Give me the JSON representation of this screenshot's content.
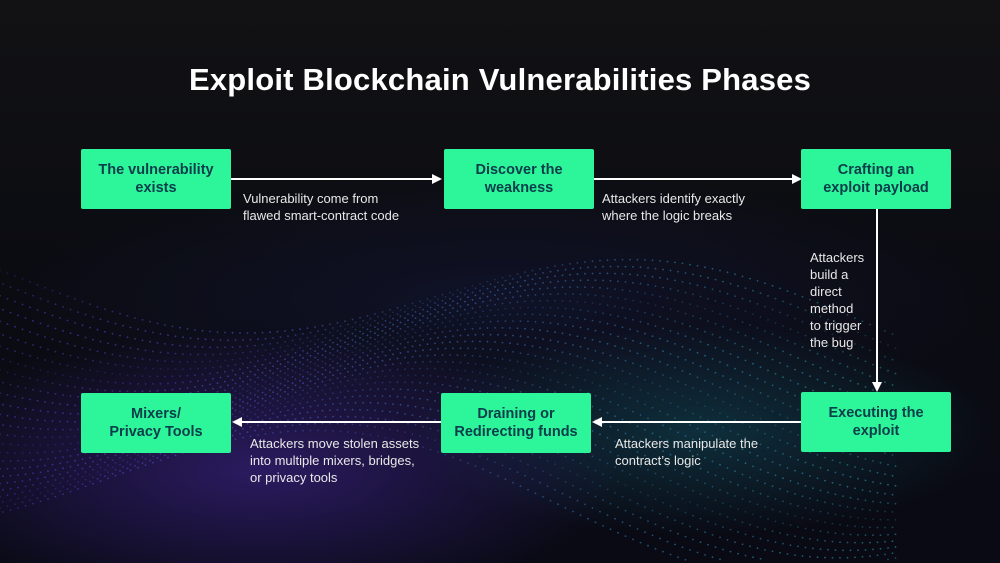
{
  "title": "Exploit Blockchain Vulnerabilities Phases",
  "nodes": [
    {
      "label": "The vulnerability\nexists"
    },
    {
      "label": "Discover the\nweakness"
    },
    {
      "label": "Crafting an\nexploit payload"
    },
    {
      "label": "Executing the\nexploit"
    },
    {
      "label": "Draining or\nRedirecting funds"
    },
    {
      "label": "Mixers/\nPrivacy Tools"
    }
  ],
  "edges": [
    {
      "label": "Vulnerability come from\nflawed smart-contract code"
    },
    {
      "label": "Attackers identify exactly\nwhere the logic breaks"
    },
    {
      "label": "Attackers\nbuild a\ndirect\nmethod\nto trigger\nthe bug"
    },
    {
      "label": "Attackers manipulate the\ncontract’s logic"
    },
    {
      "label": "Attackers move stolen assets\ninto multiple mixers, bridges,\nor privacy tools"
    }
  ],
  "colors": {
    "node_fill": "#2cf59a",
    "node_text": "#0b3d4a",
    "background": "#0d0d0f",
    "arrow": "#ffffff"
  }
}
